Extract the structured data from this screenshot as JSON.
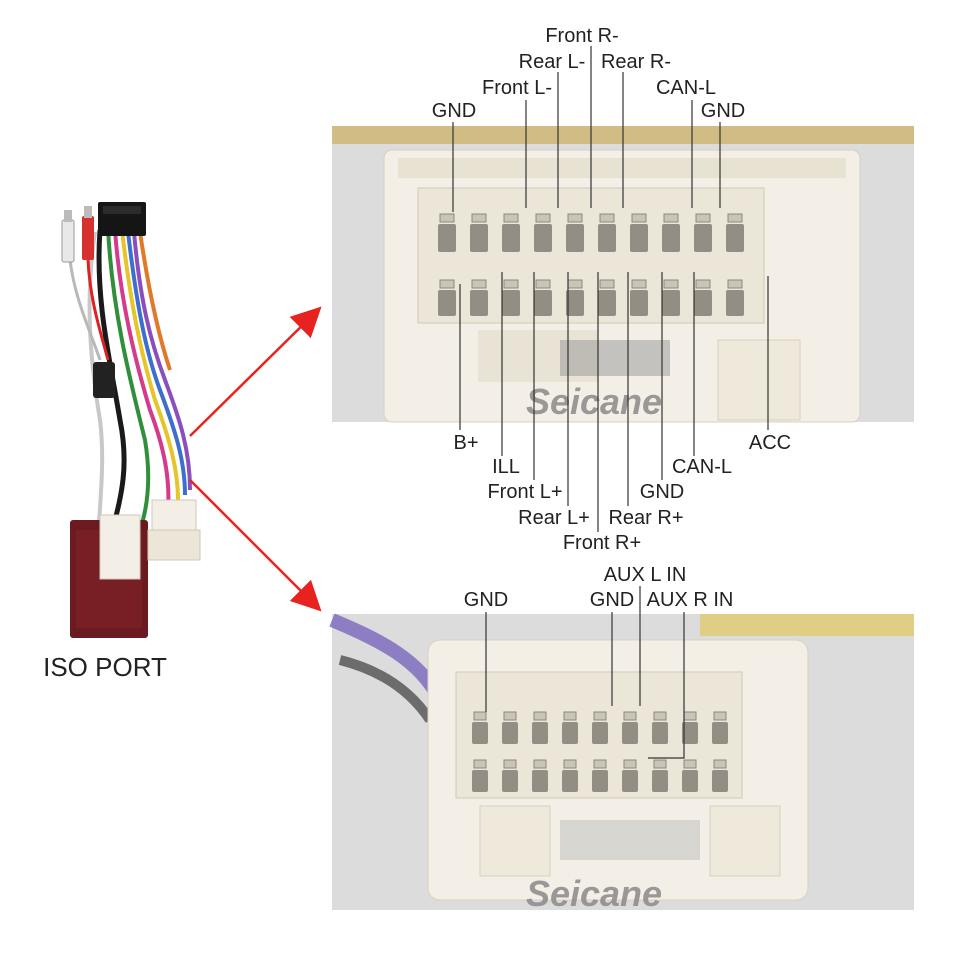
{
  "iso_port_label": "ISO PORT",
  "watermark": "Seicane",
  "colors": {
    "arrow": "#e8231f",
    "connector": "#f3efe6",
    "photo_bg": "#dcdcdc",
    "module_box": "#6b1a1f"
  },
  "top_connector_labels": {
    "above": [
      "GND",
      "Front L-",
      "Rear L-",
      "Front R-",
      "Rear R-",
      "CAN-L",
      "GND"
    ],
    "below": [
      "B+",
      "ILL",
      "Front L+",
      "Rear L+",
      "Front R+",
      "Rear R+",
      "GND",
      "CAN-L",
      "ACC"
    ]
  },
  "bottom_connector_labels": {
    "above": [
      "GND",
      "GND",
      "AUX L IN",
      "AUX R IN"
    ]
  }
}
